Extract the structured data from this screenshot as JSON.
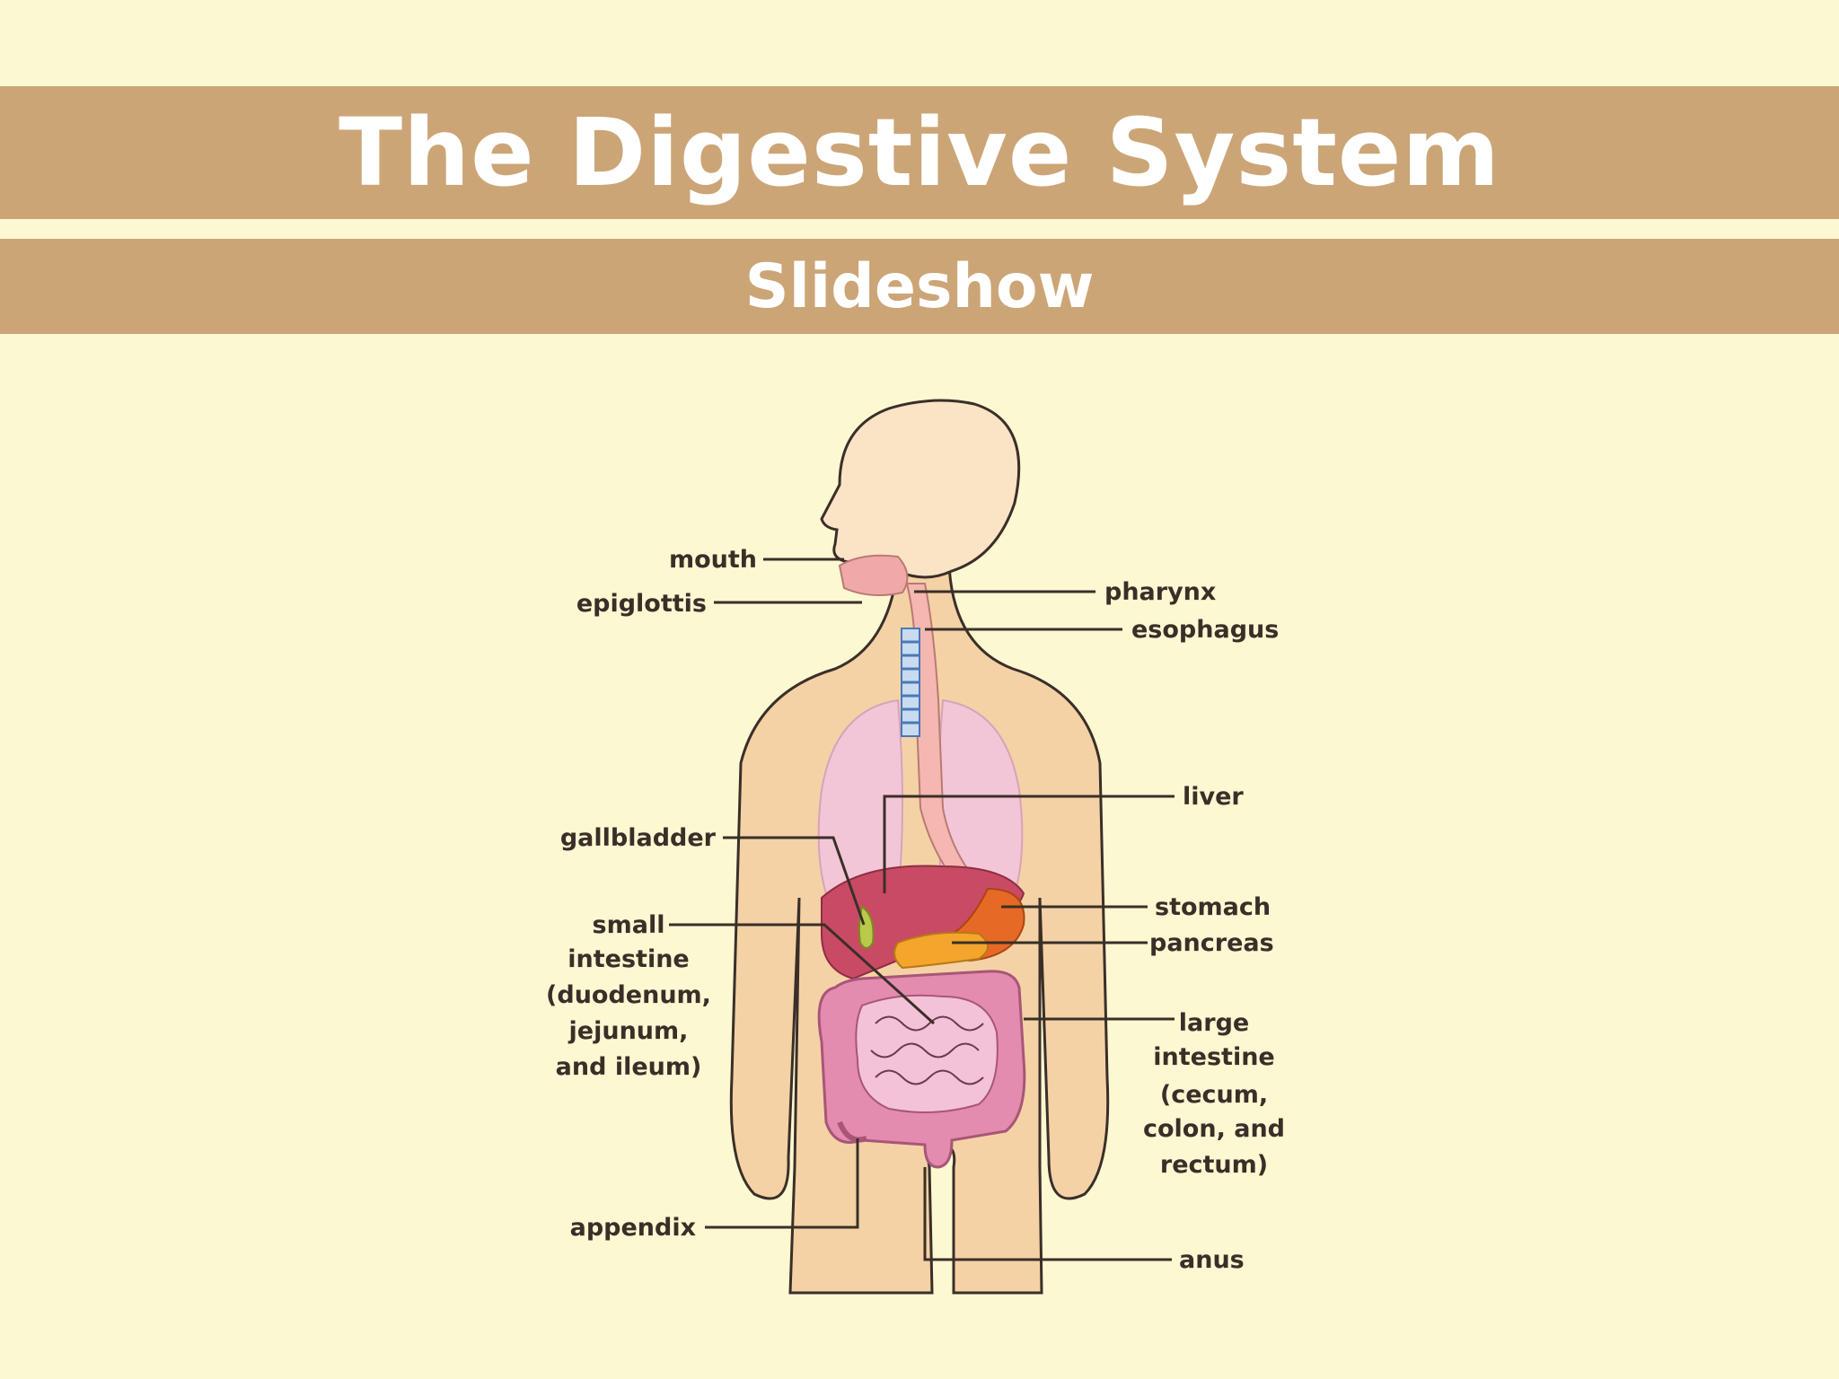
{
  "header": {
    "title": "The Digestive System",
    "subtitle": "Slideshow"
  },
  "colors": {
    "background": "#fcf8d2",
    "band": "#cca577",
    "body_fill": "#f4d2a6",
    "head_fill": "#fbe3c6",
    "outline": "#3a2f28",
    "lungs": "#f2c6d7",
    "liver": "#c94a64",
    "stomach": "#e66a25",
    "pancreas": "#f4a52b",
    "intestines": "#e48bb0"
  },
  "diagram": {
    "labels": {
      "mouth": "mouth",
      "epiglottis": "epiglottis",
      "pharynx": "pharynx",
      "esophagus": "esophagus",
      "liver": "liver",
      "gallbladder": "gallbladder",
      "stomach": "stomach",
      "pancreas": "pancreas",
      "small_intestine": [
        "small",
        "intestine",
        "(duodenum,",
        "jejunum,",
        "and ileum)"
      ],
      "large_intestine": [
        "large",
        "intestine",
        "(cecum,",
        "colon, and",
        "rectum)"
      ],
      "appendix": "appendix",
      "anus": "anus"
    }
  }
}
